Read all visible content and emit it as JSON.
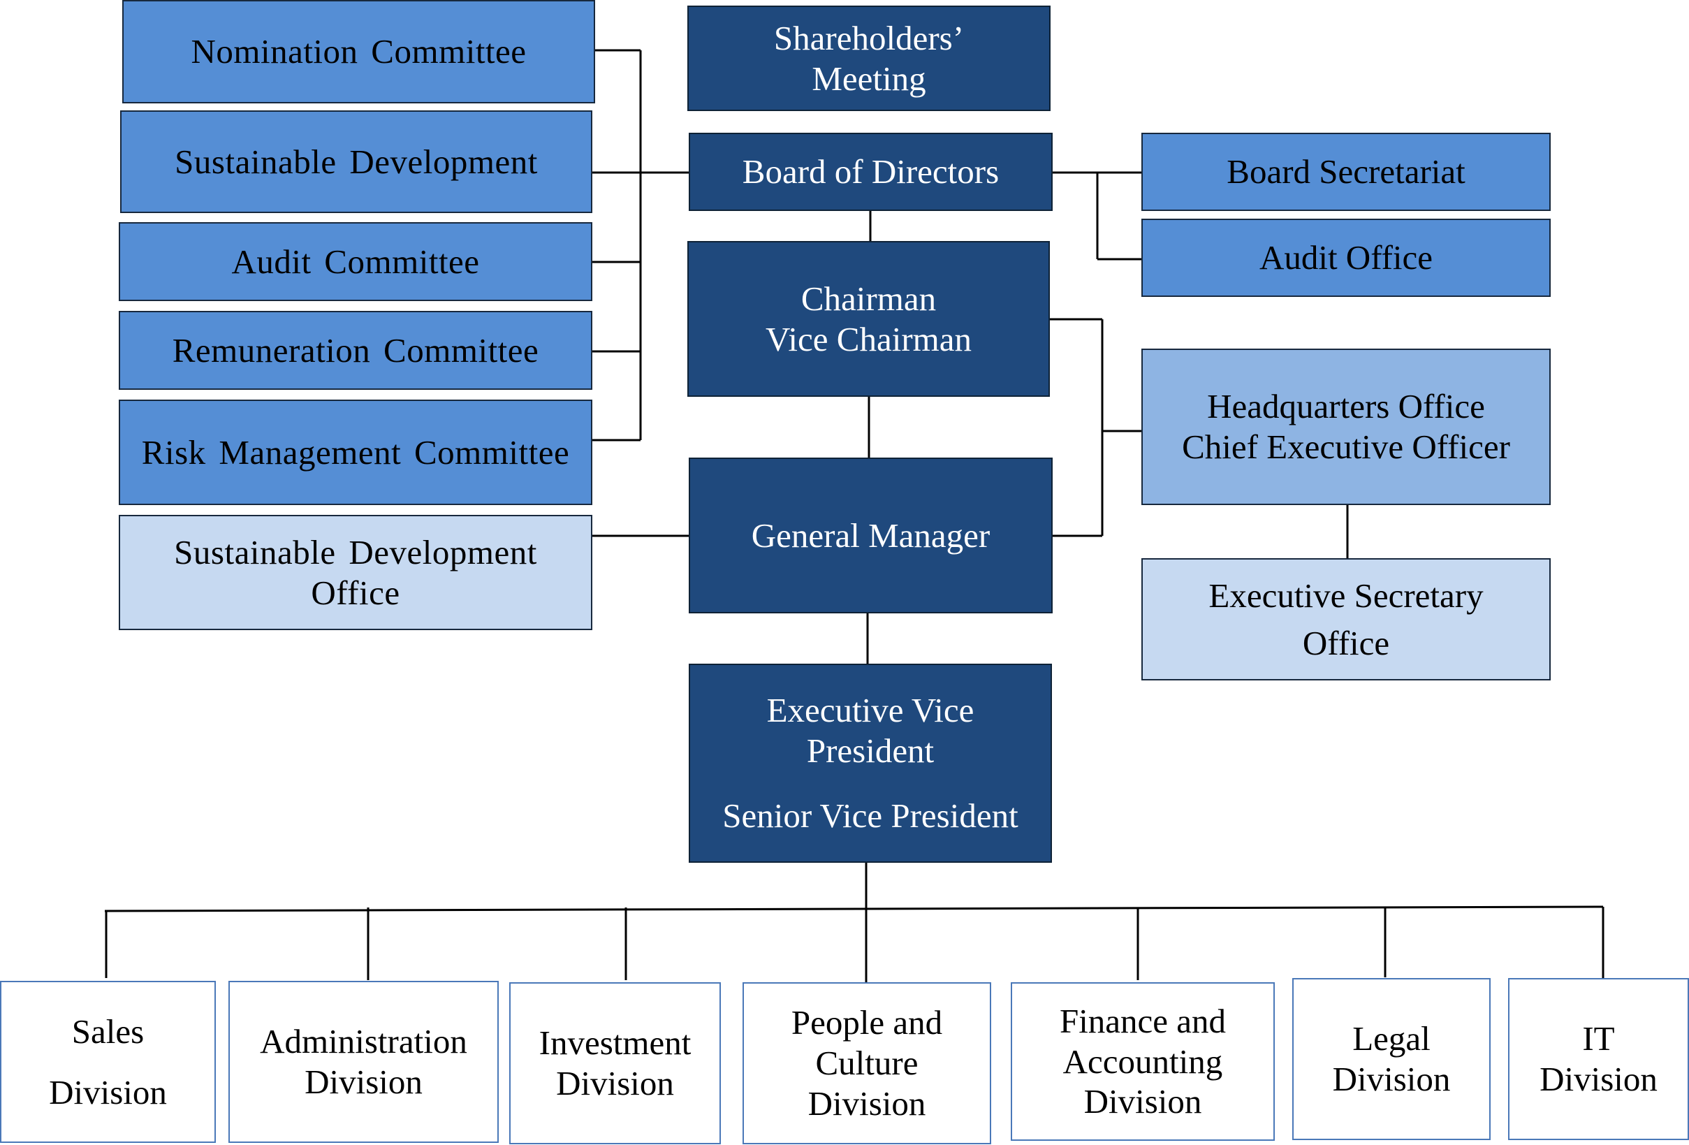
{
  "colors": {
    "dark": "#1f497d",
    "medium": "#558ed5",
    "soft": "#8eb4e3",
    "light": "#c6d9f1",
    "division_border": "#4a78b8",
    "connector": "#000000"
  },
  "center": {
    "shareholders": [
      "Shareholders’",
      "Meeting"
    ],
    "board": "Board of Directors",
    "chairman": [
      "Chairman",
      "Vice Chairman"
    ],
    "general_manager": "General Manager",
    "evp": [
      "Executive Vice",
      "President"
    ],
    "svp": "Senior Vice President"
  },
  "committees": {
    "nomination": "Nomination Committee",
    "sustainable": "Sustainable Development",
    "audit": "Audit Committee",
    "remuneration": "Remuneration Committee",
    "risk": "Risk Management Committee"
  },
  "sd_office": [
    "Sustainable Development",
    "Office"
  ],
  "right": {
    "board_secretariat": "Board Secretariat",
    "audit_office": "Audit Office",
    "hq_office": [
      "Headquarters Office",
      "Chief Executive Officer"
    ],
    "exec_secretary": [
      "Executive Secretary",
      "Office"
    ]
  },
  "divisions": [
    [
      "Sales",
      "Division"
    ],
    [
      "Administration",
      "Division"
    ],
    [
      "Investment",
      "Division"
    ],
    [
      "People and",
      "Culture",
      "Division"
    ],
    [
      "Finance and",
      "Accounting",
      "Division"
    ],
    [
      "Legal",
      "Division"
    ],
    [
      "IT",
      "Division"
    ]
  ]
}
